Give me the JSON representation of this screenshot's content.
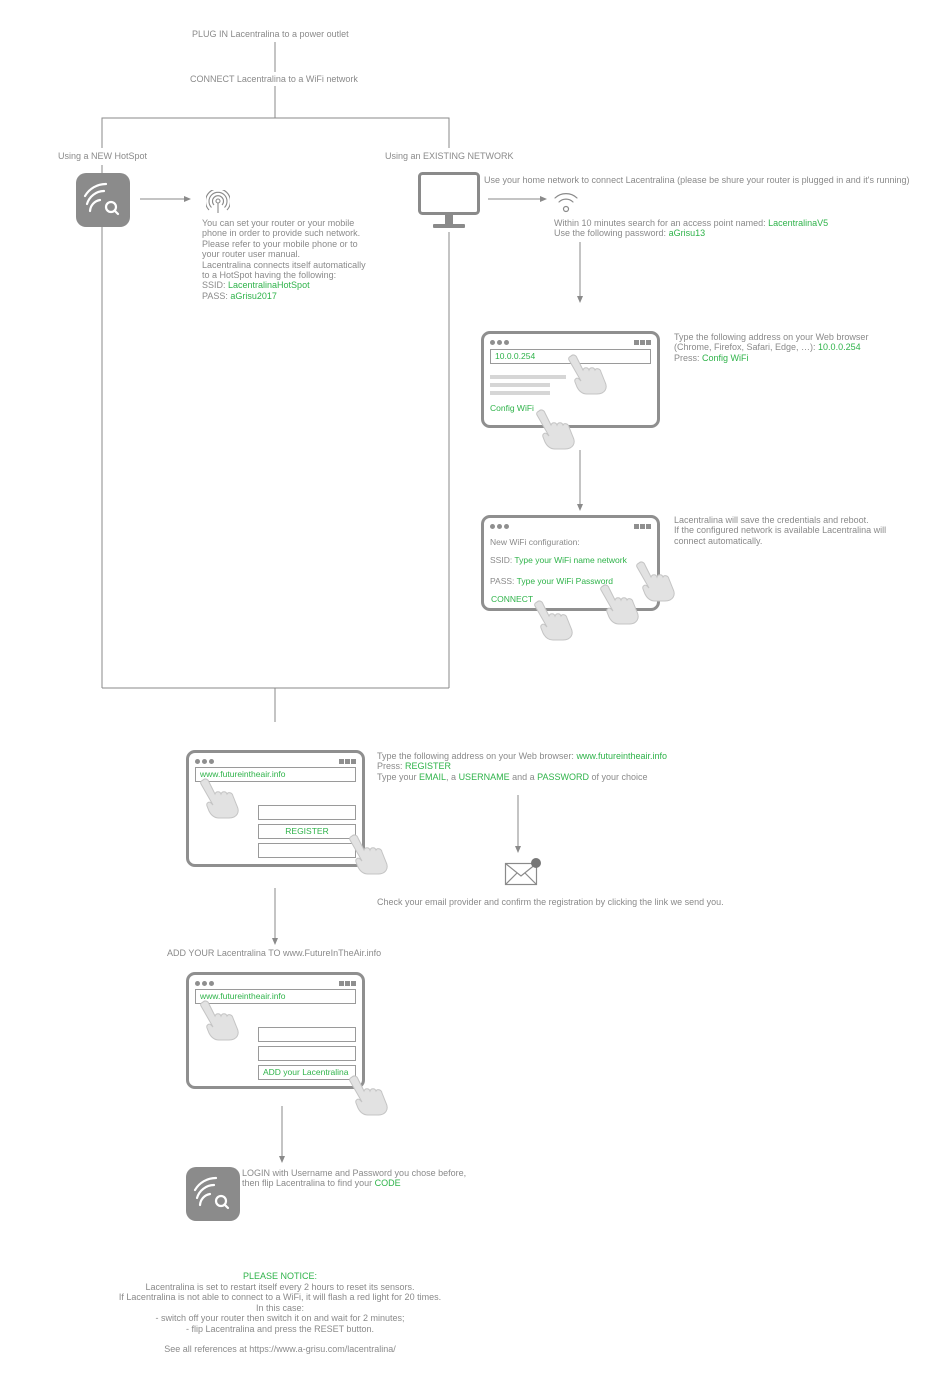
{
  "steps": {
    "plug_in": "PLUG IN Lacentralina to a power outlet",
    "connect": "CONNECT Lacentralina to a WiFi network"
  },
  "hotspot": {
    "title": "Using a NEW HotSpot",
    "lines": [
      "You can set your router or your mobile",
      "phone in order to provide such network.",
      "Please refer to your mobile phone or to",
      "your router user manual.",
      "Lacentralina connects itself automatically",
      "to a HotSpot having the following:"
    ],
    "ssid_label": "SSID: ",
    "ssid_value": "LacentralinaHotSpot",
    "pass_label": "PASS: ",
    "pass_value": "aGrisu2017"
  },
  "existing": {
    "title": "Using an EXISTING NETWORK",
    "intro": "Use your home network to connect Lacentralina (please be shure your router is plugged in and it's running)",
    "search_label": "Within 10 minutes search for an access point named: ",
    "search_value": "LacentralinaV5",
    "password_label": "Use the following password: ",
    "password_value": "aGrisu13"
  },
  "browser_step": {
    "line1": "Type the following address on your Web browser",
    "line2_label": "(Chrome, Firefox, Safari, Edge, …): ",
    "line2_value": "10.0.0.254",
    "line3_label": "Press: ",
    "line3_value": "Config WiFi",
    "window": {
      "address": "10.0.0.254",
      "button": "Config WiFi"
    }
  },
  "wifi_config": {
    "window": {
      "heading": "New WiFi configuration:",
      "ssid_label": "SSID: ",
      "ssid_value": "Type your WiFi name network",
      "pass_label": "PASS: ",
      "pass_value": "Type your WiFi Password",
      "button": "CONNECT"
    },
    "note": [
      "Lacentralina will save the credentials and reboot.",
      "If the configured network is available Lacentralina will",
      "connect automatically."
    ]
  },
  "register": {
    "line1_label": "Type the following address on your Web browser: ",
    "line1_value": "www.futureintheair.info",
    "line2_label": "Press: ",
    "line2_value": "REGISTER",
    "line3_a": "Type your ",
    "line3_email": "EMAIL",
    "line3_b": ", a ",
    "line3_user": "USERNAME",
    "line3_c": " and a ",
    "line3_pass": "PASSWORD",
    "line3_d": " of your choice",
    "window": {
      "address": "www.futureintheair.info",
      "button": "REGISTER"
    },
    "email_note": "Check your email provider and confirm the registration by clicking the link we send you."
  },
  "add": {
    "title": "ADD YOUR Lacentralina TO www.FutureInTheAir.info",
    "window": {
      "address": "www.futureintheair.info",
      "button": "ADD your Lacentralina"
    }
  },
  "login": {
    "line1": "LOGIN with Username and Password you chose before,",
    "line2_label": "then flip Lacentralina to find your ",
    "line2_value": "CODE"
  },
  "notice": {
    "title": "PLEASE NOTICE:",
    "lines": [
      "Lacentralina is set to restart itself every 2 hours to reset its sensors.",
      "If Lacentralina is not able to connect to a WiFi, it will flash a red light for 20 times.",
      "In this case:",
      "- switch off your router then switch it on and wait for 2 minutes;",
      "- flip Lacentralina and press the RESET button."
    ],
    "reference": "See all references at https://www.a-grisu.com/lacentralina/"
  },
  "colors": {
    "accent": "#2fb34a",
    "line": "#8a8a8a",
    "icon": "#8b8b8b",
    "alert": "#777777"
  },
  "icons": [
    "lacentralina-app-icon",
    "broadcast-icon",
    "monitor-icon",
    "wifi-icon",
    "pointing-hand-icon",
    "envelope-icon"
  ]
}
